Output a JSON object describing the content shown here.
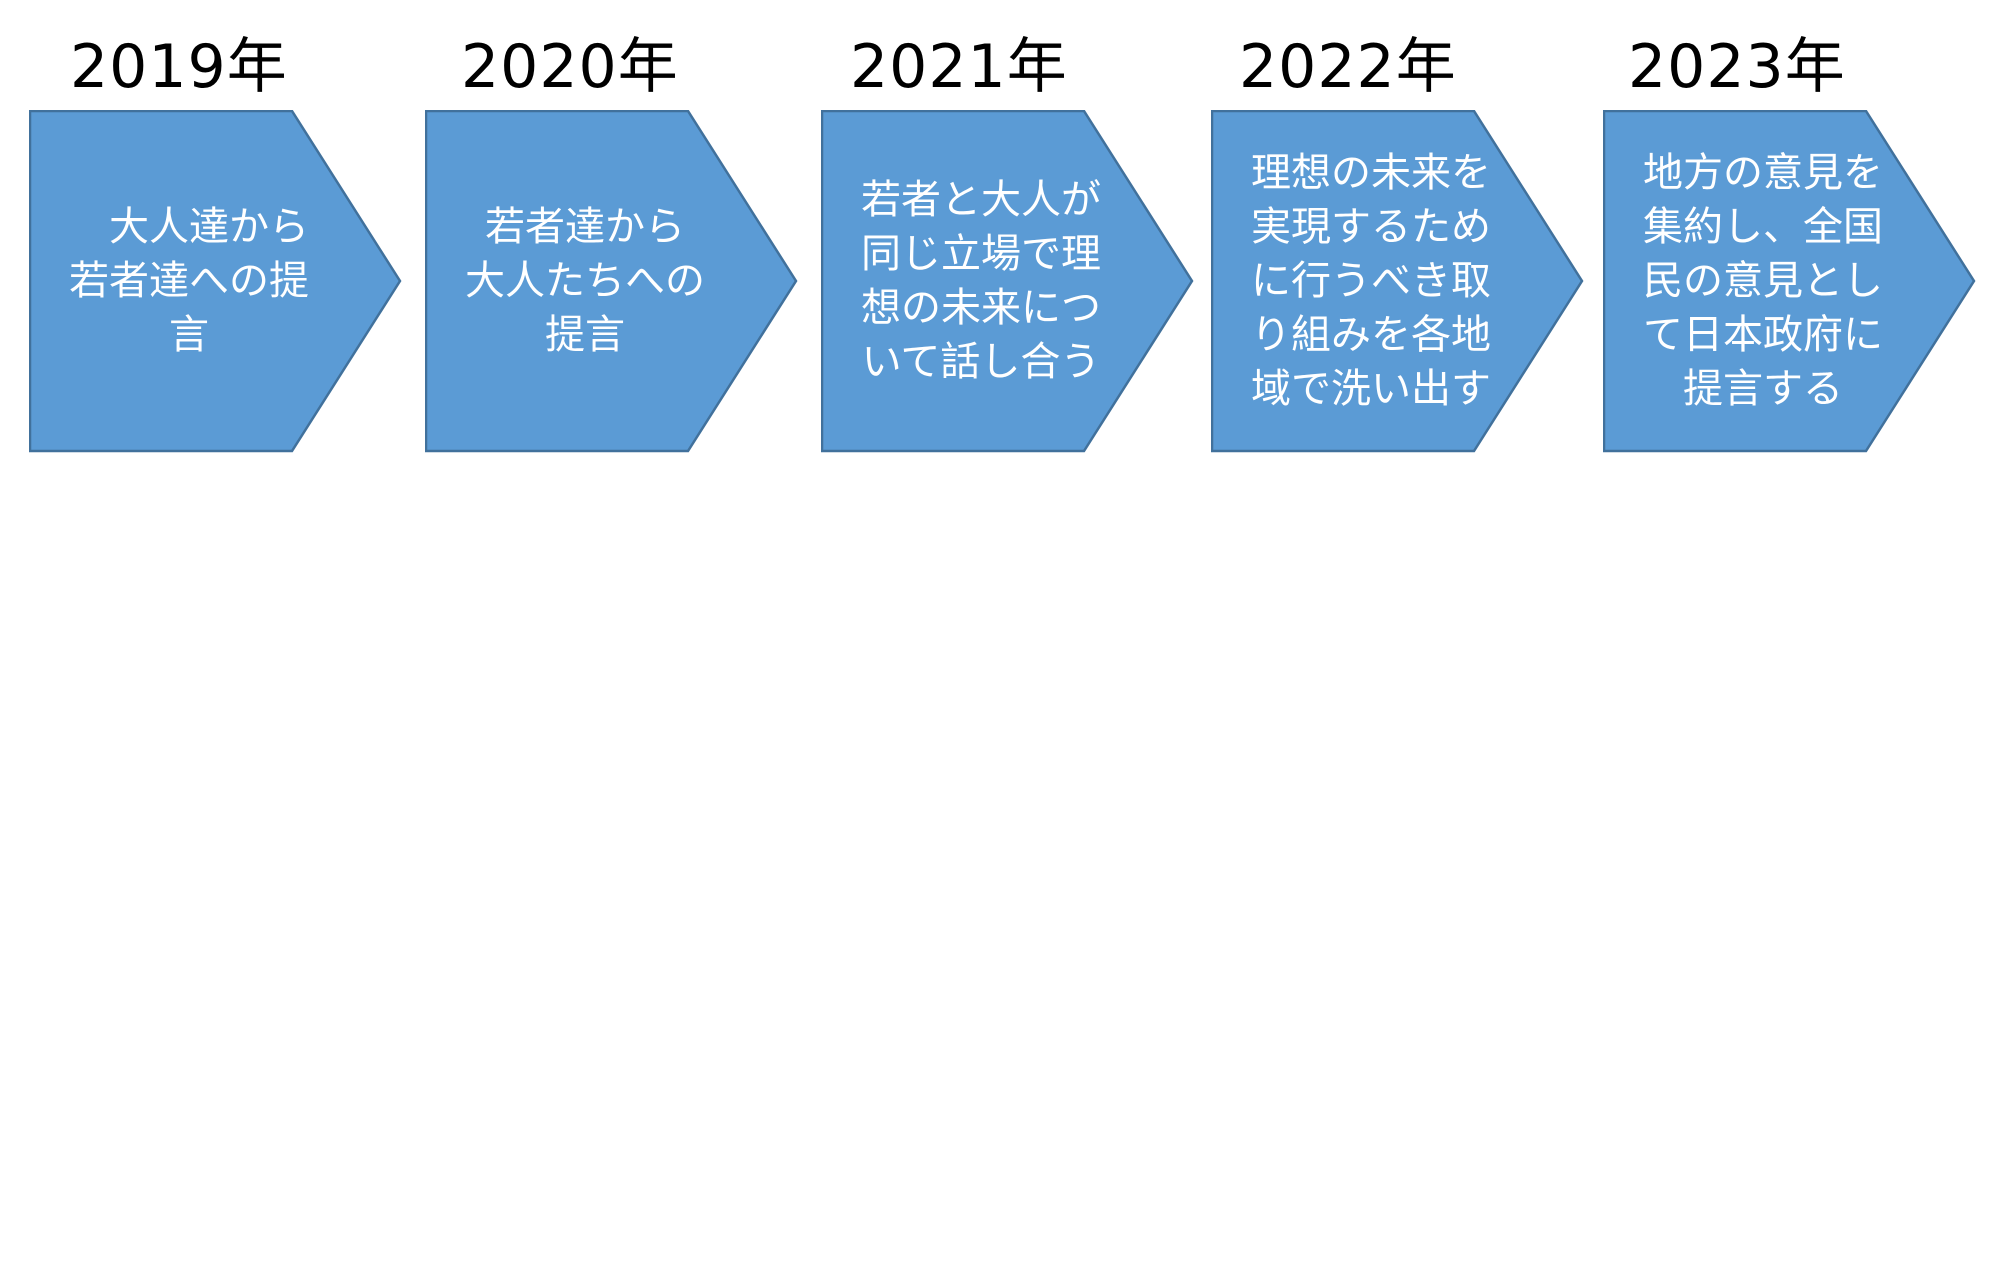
{
  "colors": {
    "fill": "#5b9bd5",
    "stroke": "#41719c",
    "text": "#ffffff"
  },
  "steps": [
    {
      "year": "2019年",
      "lines": [
        "　大人達から",
        "若者達への提",
        "言"
      ]
    },
    {
      "year": "2020年",
      "lines": [
        "若者達から",
        "大人たちへの",
        "提言"
      ]
    },
    {
      "year": "2021年",
      "lines": [
        "若者と大人が",
        "同じ立場で理",
        "想の未来につ",
        "いて話し合う"
      ]
    },
    {
      "year": "2022年",
      "lines": [
        "理想の未来を",
        "実現するため",
        "に行うべき取",
        "り組みを各地",
        "域で洗い出す"
      ]
    },
    {
      "year": "2023年",
      "lines": [
        "地方の意見を",
        "集約し、全国",
        "民の意見とし",
        "て日本政府に",
        "提言する"
      ]
    }
  ]
}
